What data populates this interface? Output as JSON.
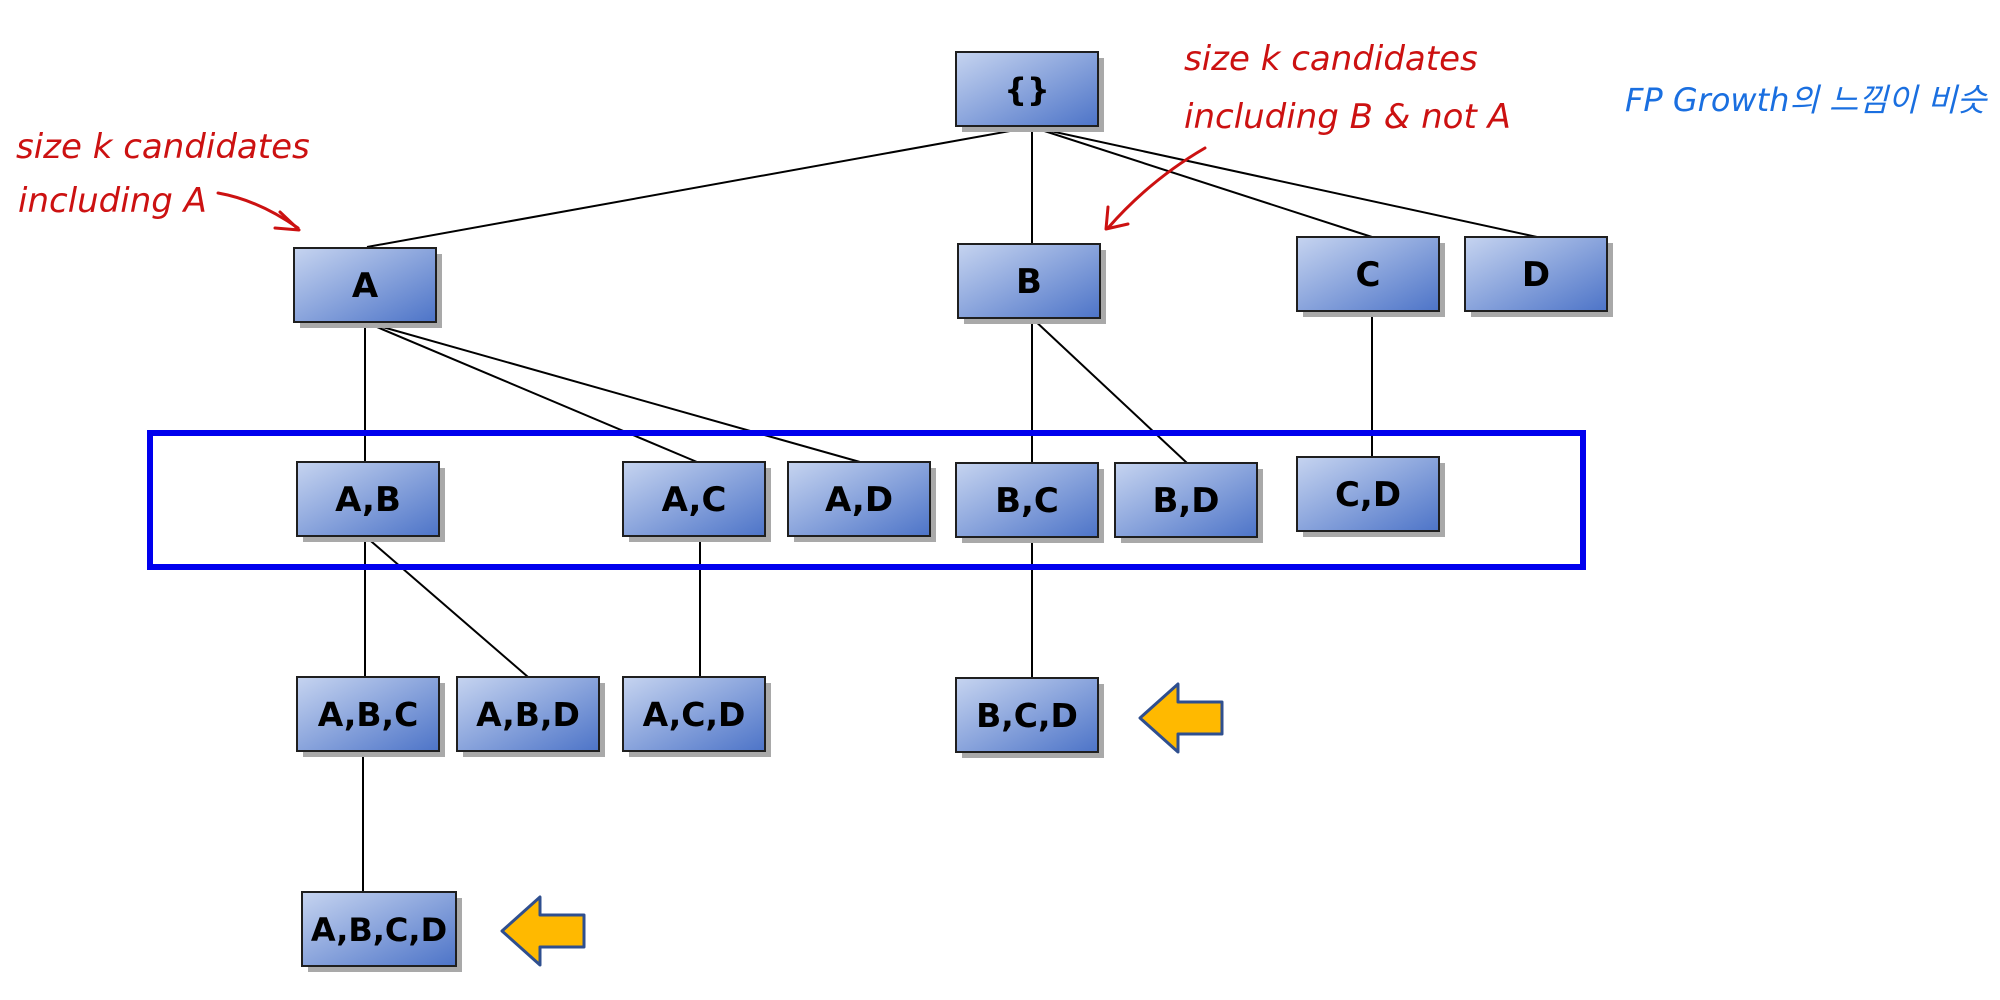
{
  "colors": {
    "node_top": "#c6d4f0",
    "node_bottom": "#4d74c8",
    "node_border": "#1f1f1f",
    "annotation_red": "#cc1111",
    "annotation_blue": "#1a6fe0",
    "highlight_box": "#0000ee",
    "arrow_fill": "#ffb900",
    "arrow_stroke": "#2f4f8f"
  },
  "nodes": {
    "root": "{}",
    "a": "A",
    "b": "B",
    "c": "C",
    "d": "D",
    "ab": "A,B",
    "ac": "A,C",
    "ad": "A,D",
    "bc": "B,C",
    "bd": "B,D",
    "cd": "C,D",
    "abc": "A,B,C",
    "abd": "A,B,D",
    "acd": "A,C,D",
    "bcd": "B,C,D",
    "abcd": "A,B,C,D"
  },
  "annotations": {
    "left_line1": "size k candidates",
    "left_line2": "including A",
    "mid_line1": "size k candidates",
    "mid_line2": "including B & not A",
    "right_note": "FP Growth의 느낌이 비슷"
  }
}
